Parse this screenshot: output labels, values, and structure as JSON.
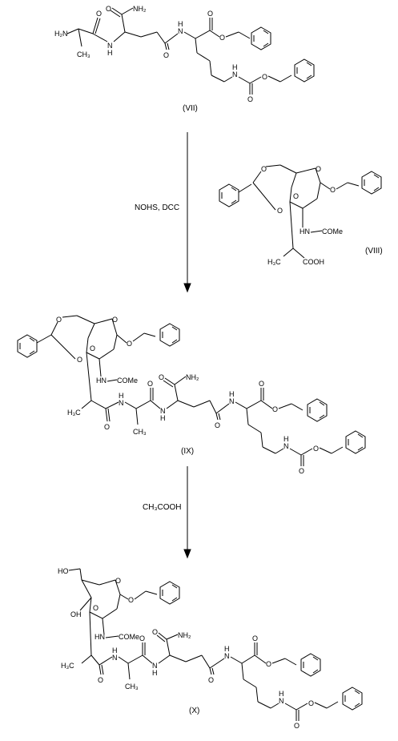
{
  "compounds": [
    {
      "id": "VII",
      "label": "(VII)"
    },
    {
      "id": "VIII",
      "label": "(VIII)"
    },
    {
      "id": "IX",
      "label": "(IX)"
    },
    {
      "id": "X",
      "label": "(X)"
    }
  ],
  "steps": [
    {
      "reagents": "NOHS, DCC"
    },
    {
      "reagents": "CH₃COOH"
    }
  ],
  "atoms": {
    "nh2": "NH₂",
    "h2n": "H₂N",
    "ch3": "CH₃",
    "h3c": "H₃C",
    "o": "O",
    "n": "N",
    "h": "H",
    "hn": "HN",
    "come": "COMe",
    "cooh": "COOH",
    "ho": "HO",
    "oh": "OH"
  }
}
